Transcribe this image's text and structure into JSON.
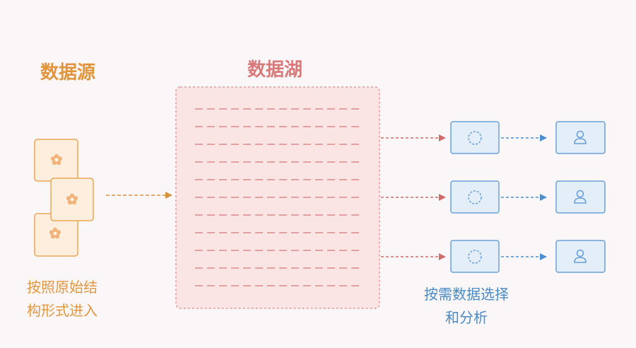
{
  "source": {
    "title": "数据源",
    "caption_line1": "按照原始结",
    "caption_line2": "构形式进入"
  },
  "lake": {
    "title": "数据湖"
  },
  "output": {
    "caption_line1": "按需数据选择",
    "caption_line2": "和分析"
  },
  "colors": {
    "source_orange": "#e8a654",
    "lake_pink": "#e39a9a",
    "lake_fill": "#fbe4e4",
    "arrow_red": "#cf6b6b",
    "node_blue": "#6aa1d8",
    "node_fill": "#e3eef9",
    "background": "#fbf7f9"
  },
  "icons": {
    "source_file": "flower-icon",
    "selection": "dashed-circle-icon",
    "consumer": "user-icon"
  }
}
